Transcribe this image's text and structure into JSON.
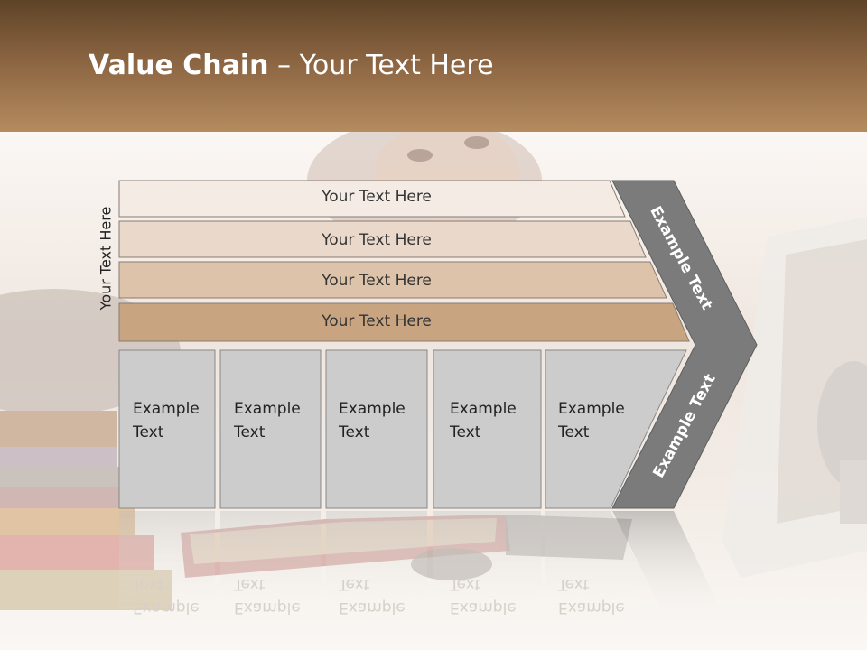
{
  "slide": {
    "title_bold": "Value Chain",
    "title_rest": " – Your Text Here"
  },
  "diagram": {
    "side_label": "Your Text Here",
    "rows": [
      "Your Text Here",
      "Your Text Here",
      "Your Text Here",
      "Your Text Here"
    ],
    "cells": [
      "Example Text",
      "Example Text",
      "Example Text",
      "Example Text",
      "Example Text"
    ],
    "arrow_upper_label": "Example Text",
    "arrow_lower_label": "Example Text",
    "row_colors": [
      "#f3ebe4",
      "#ead9cb",
      "#dcc3a9",
      "#c8a580"
    ],
    "cell_color": "#cccccc",
    "arrow_color": "#7b7b7b"
  }
}
